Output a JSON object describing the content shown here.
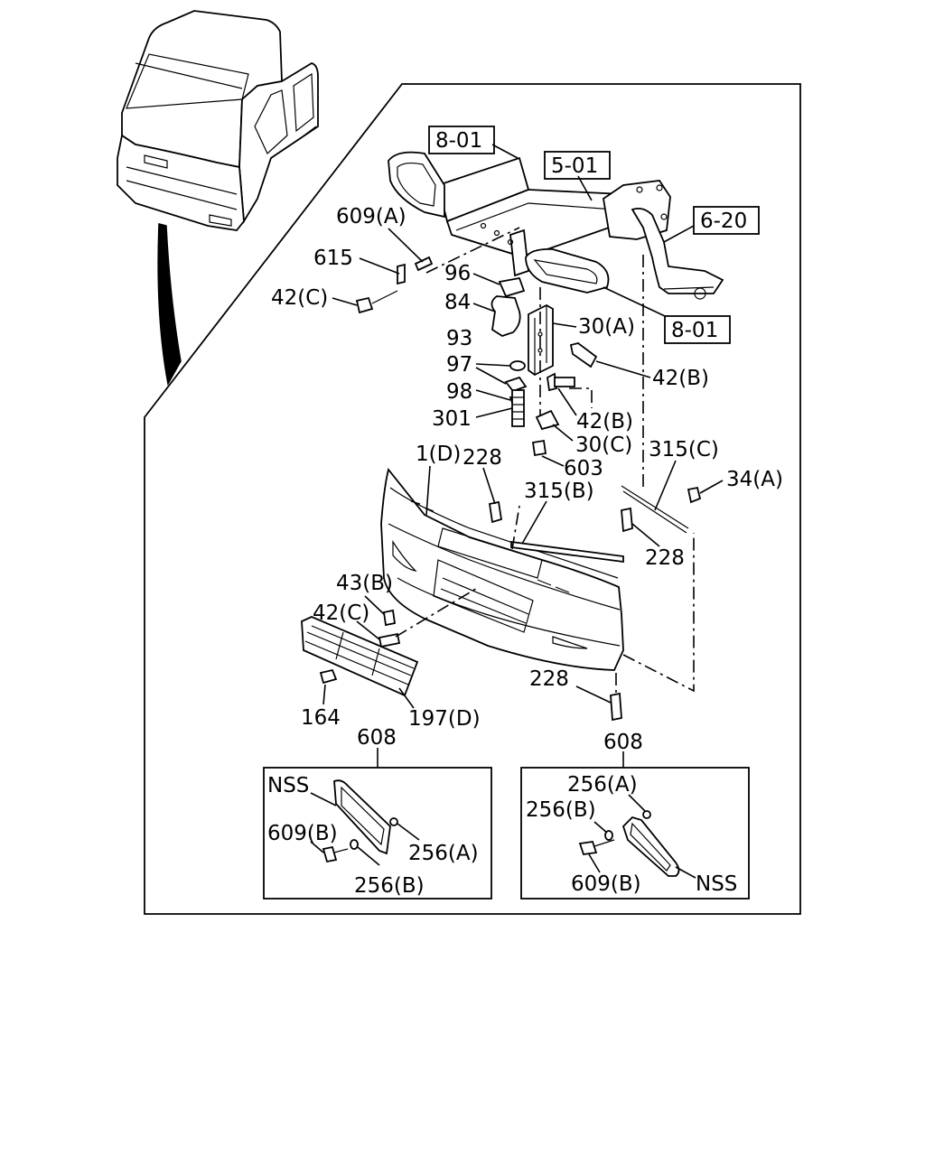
{
  "labels": {
    "ref_8_01_top": "8-01",
    "ref_5_01": "5-01",
    "ref_6_20": "6-20",
    "ref_8_01_right": "8-01",
    "p609a": "609(A)",
    "p615": "615",
    "p42c_top": "42(C)",
    "p96": "96",
    "p84": "84",
    "p93": "93",
    "p97": "97",
    "p98": "98",
    "p301": "301",
    "p30a": "30(A)",
    "p42b_right": "42(B)",
    "p42b_mid": "42(B)",
    "p30c": "30(C)",
    "p603": "603",
    "p1d": "1(D)",
    "p228_top": "228",
    "p315b": "315(B)",
    "p315c": "315(C)",
    "p34a": "34(A)",
    "p228_right": "228",
    "p43b": "43(B)",
    "p42c_low": "42(C)",
    "p228_bottom": "228",
    "p164": "164",
    "p197d": "197(D)",
    "p608_left": "608",
    "p608_right": "608",
    "left_inset": {
      "nss": "NSS",
      "p609b": "609(B)",
      "p256a": "256(A)",
      "p256b": "256(B)"
    },
    "right_inset": {
      "p256a": "256(A)",
      "p256b": "256(B)",
      "p609b": "609(B)",
      "nss": "NSS"
    }
  }
}
